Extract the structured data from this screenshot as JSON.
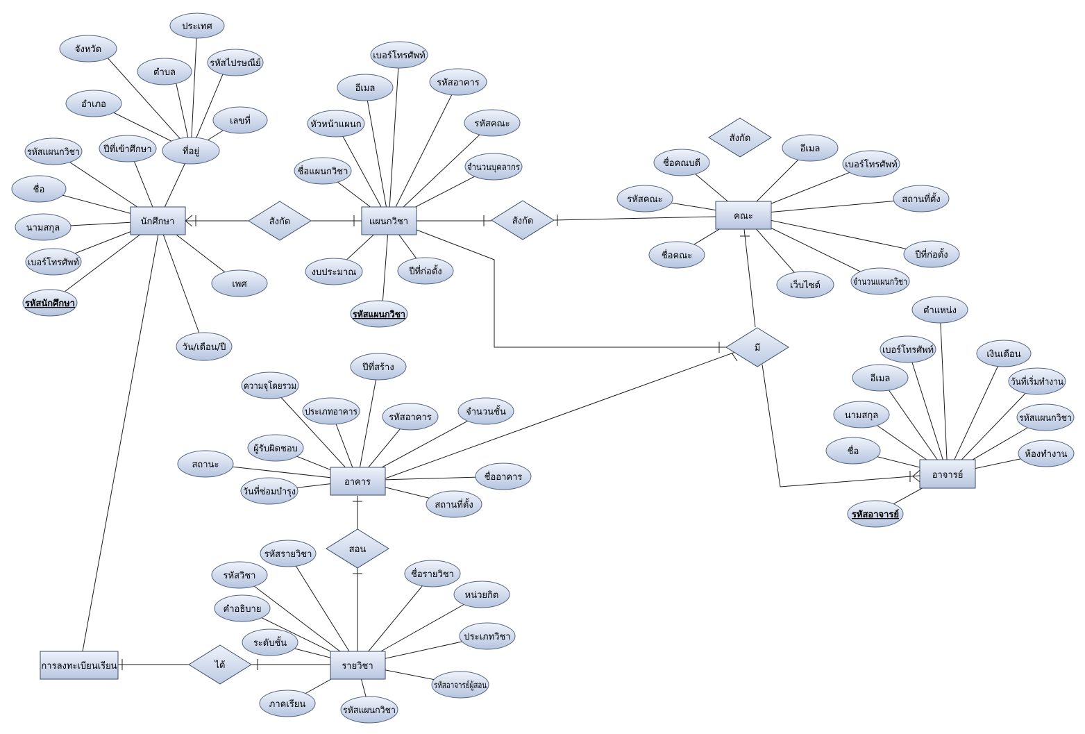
{
  "entities": {
    "student": "นักศึกษา",
    "department": "แผนกวิชา",
    "faculty": "คณะ",
    "building": "อาคาร",
    "teacher": "อาจารย์",
    "course": "รายวิชา",
    "registration": "การลงทะเบียนเรียน"
  },
  "relationships": {
    "student_department": "สังกัด",
    "department_faculty": "สังกัด",
    "floating": "สังกัด",
    "has": "มี",
    "teaches": "สอน",
    "gets": "ได้"
  },
  "attributes": {
    "student": {
      "country": "ประเทศ",
      "province": "จังหวัด",
      "subdistrict": "ตำบล",
      "postcode": "รหัสไปรษณีย์",
      "district": "อำเภอ",
      "house_no": "เลขที่",
      "address": "ที่อยู่",
      "year_enrolled": "ปีที่เข้าศึกษา",
      "dept_code": "รหัสแผนกวิชา",
      "first_name": "ชื่อ",
      "last_name": "นามสกุล",
      "phone": "เบอร์โทรศัพท์",
      "student_id": "รหัสนักศึกษา",
      "gender": "เพศ",
      "birth_date": "วัน/เดือน/ปี"
    },
    "department": {
      "phone": "เบอร์โทรศัพท์",
      "email": "อีเมล",
      "building_code": "รหัสอาคาร",
      "head": "หัวหน้าแผนก",
      "faculty_code": "รหัสคณะ",
      "name": "ชื่อแผนกวิชา",
      "staff_count": "จำนวนบุคลากร",
      "budget": "งบประมาณ",
      "year_founded": "ปีที่ก่อตั้ง",
      "dept_id": "รหัสแผนกวิชา"
    },
    "faculty": {
      "email": "อีเมล",
      "dean_name": "ชื่อคณบดี",
      "phone": "เบอร์โทรศัพท์",
      "faculty_id": "รหัสคณะ",
      "location": "สถานที่ตั้ง",
      "name": "ชื่อคณะ",
      "year_founded": "ปีที่ก่อตั้ง",
      "website": "เว็บไซต์",
      "dept_count": "จำนวนแผนกวิชา"
    },
    "teacher": {
      "position": "ตำแหน่ง",
      "phone": "เบอร์โทรศัพท์",
      "salary": "เงินเดือน",
      "email": "อีเมล",
      "start_date": "วันที่เริ่มทำงาน",
      "last_name": "นามสกุล",
      "dept_code": "รหัสแผนกวิชา",
      "first_name": "ชื่อ",
      "office": "ห้องทำงาน",
      "teacher_id": "รหัสอาจารย์"
    },
    "building": {
      "year_built": "ปีที่สร้าง",
      "capacity": "ความจุโดยรวม",
      "type": "ประเภทอาคาร",
      "building_id": "รหัสอาคาร",
      "floors": "จำนวนชั้น",
      "manager": "ผู้รับผิดชอบ",
      "status": "สถานะ",
      "name": "ชื่ออาคาร",
      "repair_date": "วันที่ซ่อมบำรุง",
      "location": "สถานที่ตั้ง"
    },
    "course": {
      "course_code": "รหัสรายวิชา",
      "subject_code": "รหัสวิชา",
      "name": "ชื่อรายวิชา",
      "credits": "หน่วยกิต",
      "description": "คำอธิบาย",
      "type": "ประเภทวิชา",
      "level": "ระดับชั้น",
      "teacher_code": "รหัสอาจารย์ผู้สอน",
      "semester": "ภาคเรียน",
      "dept_code": "รหัสแผนกวิชา"
    }
  },
  "colors": {
    "box_light": "#eef2fa",
    "box_dark": "#b8c6e0",
    "stroke": "#3a4a66",
    "line": "#1a1a1a"
  }
}
